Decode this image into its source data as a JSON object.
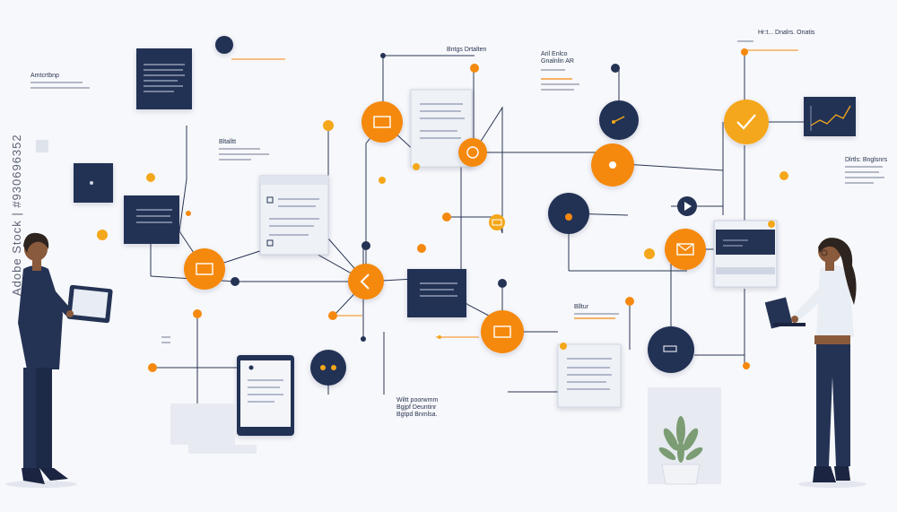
{
  "colors": {
    "navy": "#243354",
    "orange": "#f5890f",
    "amber": "#f4a71a",
    "line": "#2b3654",
    "background": "#f7f8fb"
  },
  "labels": {
    "top_center": "Bntgs Drtalten",
    "top_right": "Hr:t... Dnalrs. Onatis",
    "right_side": "Dlrtls: Bnglsnrs",
    "left_mid": "Bltalltt",
    "bottom_center_1": "Wiltt poorwmm",
    "bottom_center_2": "Bgjpf Deuntinr",
    "bottom_center_3": "Bgtpd Bnmlsa.",
    "center_right": "Blltur",
    "top_left": "Amtcrtbnp",
    "top_mid_1": "Aril Enlco",
    "top_mid_2": "Gnalnlin AR"
  },
  "watermark": "Adobe Stock | #930696352",
  "icons": [
    "image-icon",
    "mail-icon",
    "chevron-left-icon",
    "check-icon",
    "chart-icon",
    "gear-icon",
    "document-icon",
    "video-icon",
    "play-icon",
    "dots-icon",
    "dollar-icon"
  ]
}
